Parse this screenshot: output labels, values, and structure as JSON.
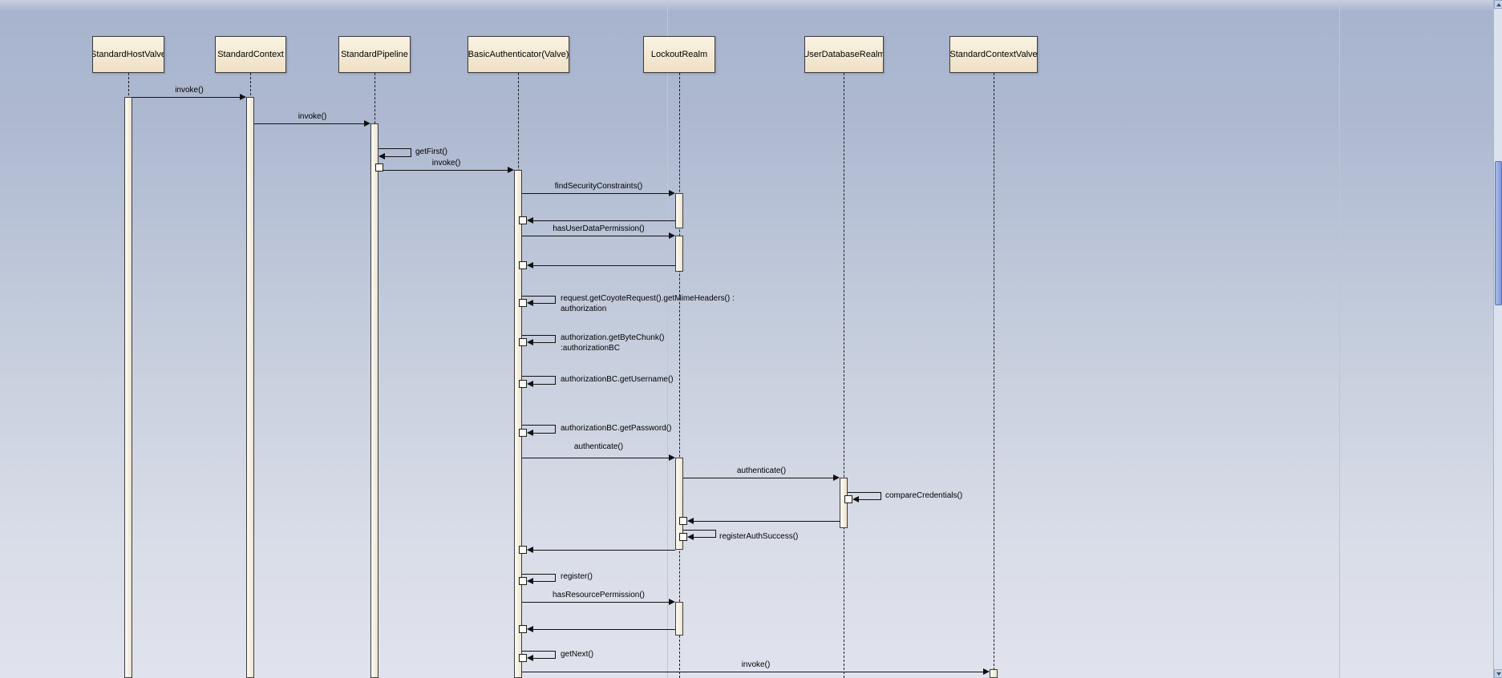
{
  "diagram": {
    "lifelines": [
      {
        "name": "StandardHostValve"
      },
      {
        "name": "StandardContext"
      },
      {
        "name": "StandardPipeline"
      },
      {
        "name": "BasicAuthenticator(Valve)"
      },
      {
        "name": "LockoutRealm"
      },
      {
        "name": "UserDatabaseRealm"
      },
      {
        "name": "StandardContextValve"
      }
    ],
    "messages": [
      {
        "label": "invoke()",
        "from": "StandardHostValve",
        "to": "StandardContext"
      },
      {
        "label": "invoke()",
        "from": "StandardContext",
        "to": "StandardPipeline"
      },
      {
        "label": "getFirst()",
        "from": "StandardPipeline",
        "to": "StandardPipeline"
      },
      {
        "label": "invoke()",
        "from": "StandardPipeline",
        "to": "BasicAuthenticator(Valve)"
      },
      {
        "label": "findSecurityConstraints()",
        "from": "BasicAuthenticator(Valve)",
        "to": "LockoutRealm"
      },
      {
        "label": "hasUserDataPermission()",
        "from": "BasicAuthenticator(Valve)",
        "to": "LockoutRealm"
      },
      {
        "label": "request.getCoyoteRequest().getMimeHeaders() :",
        "label2": "authorization",
        "from": "BasicAuthenticator(Valve)",
        "to": "BasicAuthenticator(Valve)"
      },
      {
        "label": "authorization.getByteChunk()",
        "label2": ":authorizationBC",
        "from": "BasicAuthenticator(Valve)",
        "to": "BasicAuthenticator(Valve)"
      },
      {
        "label": "authorizationBC.getUsername()",
        "from": "BasicAuthenticator(Valve)",
        "to": "BasicAuthenticator(Valve)"
      },
      {
        "label": "authorizationBC.getPassword()",
        "from": "BasicAuthenticator(Valve)",
        "to": "BasicAuthenticator(Valve)"
      },
      {
        "label": "authenticate()",
        "from": "BasicAuthenticator(Valve)",
        "to": "LockoutRealm"
      },
      {
        "label": "authenticate()",
        "from": "LockoutRealm",
        "to": "UserDatabaseRealm"
      },
      {
        "label": "compareCredentials()",
        "from": "UserDatabaseRealm",
        "to": "UserDatabaseRealm"
      },
      {
        "label": "registerAuthSuccess()",
        "from": "LockoutRealm",
        "to": "LockoutRealm"
      },
      {
        "label": "register()",
        "from": "BasicAuthenticator(Valve)",
        "to": "BasicAuthenticator(Valve)"
      },
      {
        "label": "hasResourcePermission()",
        "from": "BasicAuthenticator(Valve)",
        "to": "LockoutRealm"
      },
      {
        "label": "getNext()",
        "from": "BasicAuthenticator(Valve)",
        "to": "BasicAuthenticator(Valve)"
      },
      {
        "label": "invoke()",
        "from": "BasicAuthenticator(Valve)",
        "to": "StandardContextValve"
      }
    ],
    "colors": {
      "lifeline_head_fill": "#f5ecd8",
      "background_top": "#a8b4ce",
      "background_bottom": "#e0e3ed",
      "scrollbar_thumb": "#8aa2dc"
    }
  }
}
